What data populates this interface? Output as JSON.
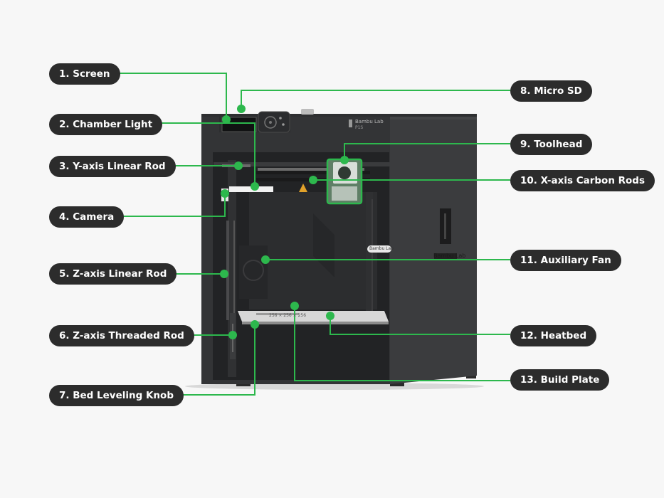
{
  "colors": {
    "background": "#f7f7f7",
    "callout_bg": "#2c2c2c",
    "callout_text": "#ffffff",
    "leader_line": "#2db84d",
    "printer_body": "#3a3b3d",
    "printer_window": "#232426"
  },
  "printer": {
    "brand_text": "Bambu Lab",
    "model_text": "P1S",
    "side_logo_text": "Bambu Lab",
    "nameplate_text": "Bambu Lab",
    "plate_text": "256 × 256 × 256"
  },
  "callouts": [
    {
      "id": "screen",
      "label": "1. Screen"
    },
    {
      "id": "chamber-light",
      "label": "2. Chamber Light"
    },
    {
      "id": "y-axis-linear-rod",
      "label": "3. Y-axis Linear Rod"
    },
    {
      "id": "camera",
      "label": "4. Camera"
    },
    {
      "id": "z-axis-linear-rod",
      "label": "5. Z-axis Linear Rod"
    },
    {
      "id": "z-axis-threaded-rod",
      "label": "6. Z-axis Threaded Rod"
    },
    {
      "id": "bed-leveling-knob",
      "label": "7. Bed Leveling Knob"
    },
    {
      "id": "micro-sd",
      "label": "8. Micro SD"
    },
    {
      "id": "toolhead",
      "label": "9. Toolhead"
    },
    {
      "id": "x-axis-carbon-rods",
      "label": "10. X-axis Carbon Rods"
    },
    {
      "id": "auxiliary-fan",
      "label": "11. Auxiliary Fan"
    },
    {
      "id": "heatbed",
      "label": "12. Heatbed"
    },
    {
      "id": "build-plate",
      "label": "13. Build Plate"
    }
  ]
}
